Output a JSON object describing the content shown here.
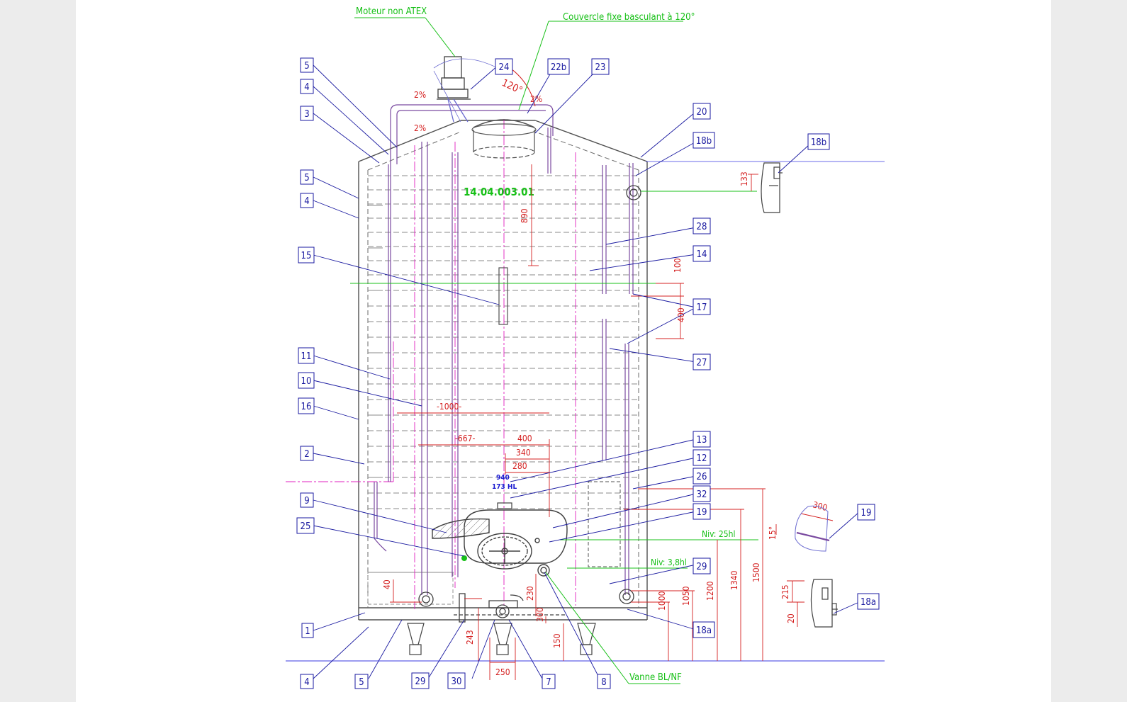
{
  "colors": {
    "callout": "#1a1aa0",
    "dimension": "#d42020",
    "note": "#18c018",
    "axis": "#e020c0",
    "tank": "#505050",
    "ground": "#3a3ae0"
  },
  "notes": {
    "motor": "Moteur non ATEX",
    "lid": "Couvercle fixe basculant à 120°",
    "reference": "14.04.003.01",
    "valve": "Vanne BL/NF",
    "level_25": "Niv: 25hl",
    "level_38": "Niv: 3,8hl",
    "capacity_value": "940",
    "capacity_volume": "173 HL"
  },
  "callouts": [
    {
      "id": "c-5a",
      "label": "5"
    },
    {
      "id": "c-4a",
      "label": "4"
    },
    {
      "id": "c-3",
      "label": "3"
    },
    {
      "id": "c-5b",
      "label": "5"
    },
    {
      "id": "c-4b",
      "label": "4"
    },
    {
      "id": "c-15",
      "label": "15"
    },
    {
      "id": "c-11",
      "label": "11"
    },
    {
      "id": "c-10",
      "label": "10"
    },
    {
      "id": "c-16",
      "label": "16"
    },
    {
      "id": "c-2",
      "label": "2"
    },
    {
      "id": "c-9",
      "label": "9"
    },
    {
      "id": "c-25",
      "label": "25"
    },
    {
      "id": "c-1",
      "label": "1"
    },
    {
      "id": "c-4c",
      "label": "4"
    },
    {
      "id": "c-5c",
      "label": "5"
    },
    {
      "id": "c-29b",
      "label": "29"
    },
    {
      "id": "c-30",
      "label": "30"
    },
    {
      "id": "c-7",
      "label": "7"
    },
    {
      "id": "c-8",
      "label": "8"
    },
    {
      "id": "c-24",
      "label": "24"
    },
    {
      "id": "c-22b",
      "label": "22b"
    },
    {
      "id": "c-23",
      "label": "23"
    },
    {
      "id": "c-20",
      "label": "20"
    },
    {
      "id": "c-18b",
      "label": "18b"
    },
    {
      "id": "c-18b2",
      "label": "18b"
    },
    {
      "id": "c-28",
      "label": "28"
    },
    {
      "id": "c-14",
      "label": "14"
    },
    {
      "id": "c-17",
      "label": "17"
    },
    {
      "id": "c-27",
      "label": "27"
    },
    {
      "id": "c-13",
      "label": "13"
    },
    {
      "id": "c-12",
      "label": "12"
    },
    {
      "id": "c-26",
      "label": "26"
    },
    {
      "id": "c-32",
      "label": "32"
    },
    {
      "id": "c-19a",
      "label": "19"
    },
    {
      "id": "c-29a",
      "label": "29"
    },
    {
      "id": "c-18a",
      "label": "18a"
    },
    {
      "id": "c-19b",
      "label": "19"
    },
    {
      "id": "c-18a2",
      "label": "18a"
    }
  ],
  "dims": {
    "slope_1": "2%",
    "slope_2": "2%",
    "slope_3": "2%",
    "angle_lid": "120°",
    "d_890": "890",
    "d_100": "100",
    "d_400v": "400",
    "d_1000": "-1000-",
    "d_667": "-667-",
    "d_400": "400",
    "d_340": "340",
    "d_280": "280",
    "d_40": "40",
    "d_243": "243",
    "d_230": "230",
    "d_300": "300",
    "d_150": "150",
    "d_250": "250",
    "d_1000v": "1000",
    "d_1050": "1050",
    "d_1200": "1200",
    "d_1340": "1340",
    "d_1500": "1500",
    "d_133": "133",
    "d_300b": "300",
    "d_15": "15°",
    "d_215": "215",
    "d_20": "20"
  }
}
